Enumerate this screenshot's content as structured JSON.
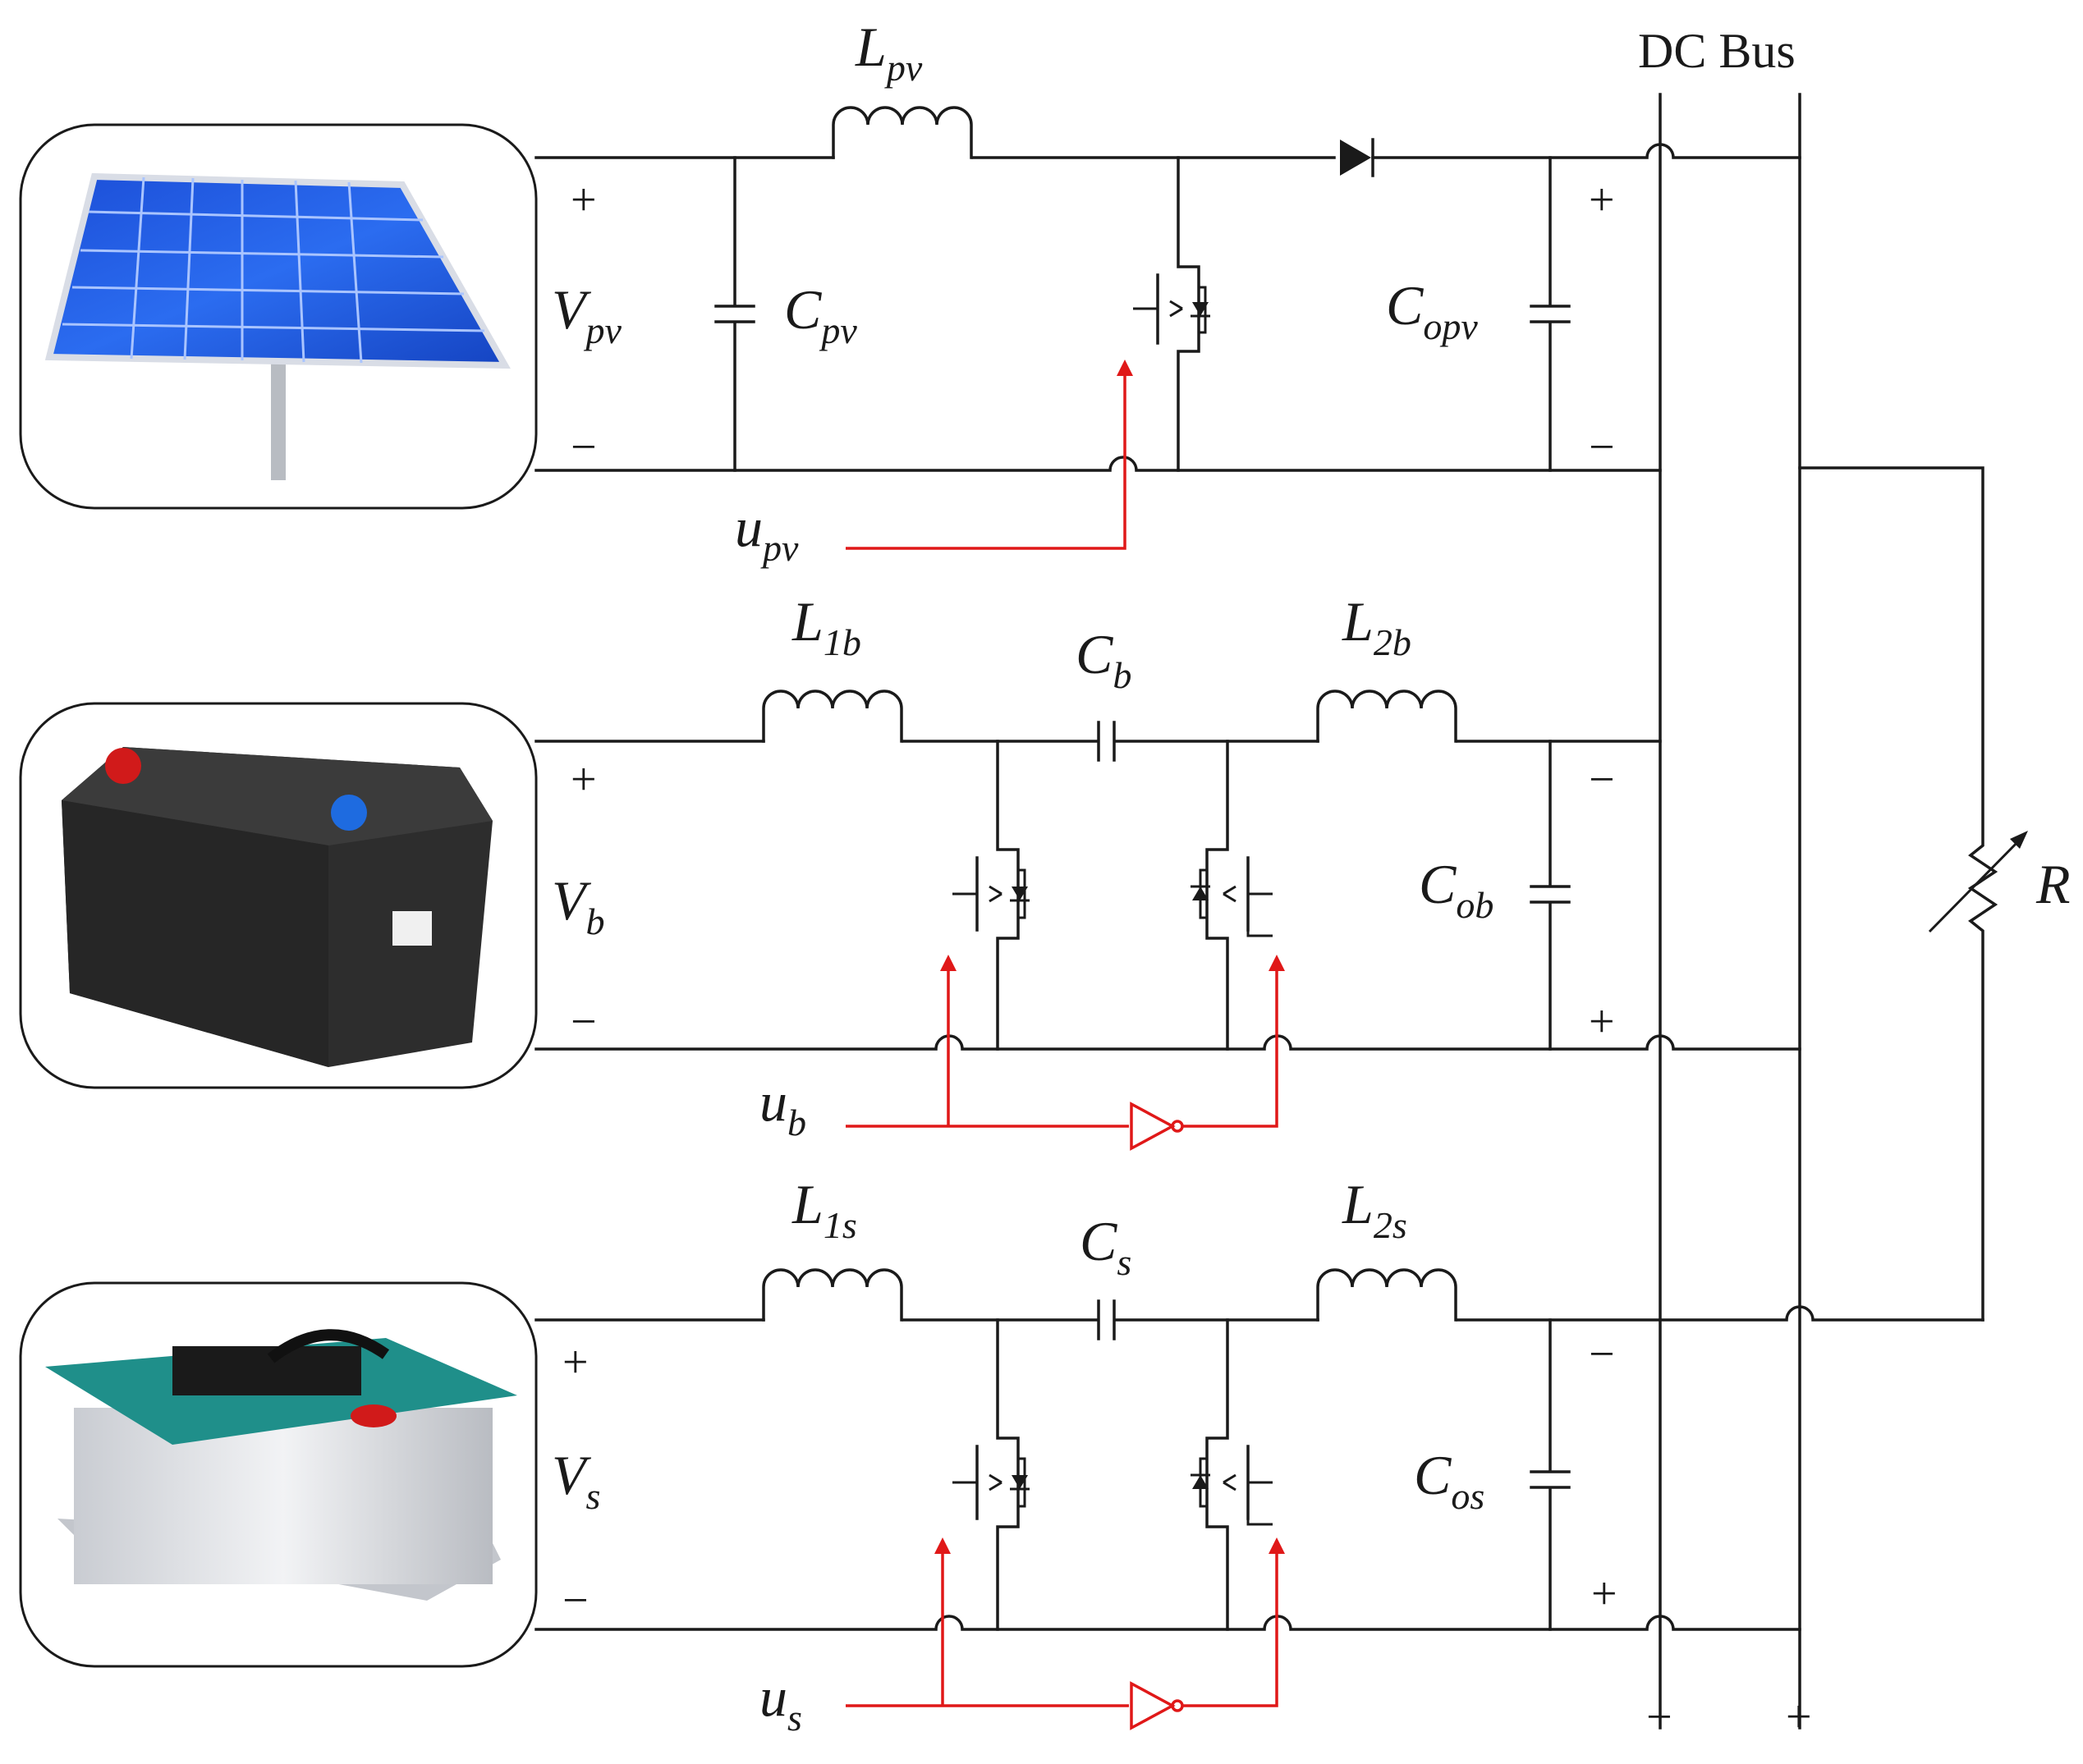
{
  "title": "DC Bus",
  "bus_polarity": {
    "neg": "−",
    "pos": "+"
  },
  "load": {
    "label": "R"
  },
  "pv": {
    "source_label": "V",
    "source_sub": "pv",
    "inductor": "L",
    "inductor_sub": "pv",
    "cap_in": "C",
    "cap_in_sub": "pv",
    "cap_out": "C",
    "cap_out_sub": "opv",
    "control": "u",
    "control_sub": "pv",
    "plus": "+",
    "minus": "−"
  },
  "battery": {
    "source_label": "V",
    "source_sub": "b",
    "l1": "L",
    "l1_sub": "1b",
    "l2": "L",
    "l2_sub": "2b",
    "cap_c": "C",
    "cap_c_sub": "b",
    "cap_out": "C",
    "cap_out_sub": "ob",
    "control": "u",
    "control_sub": "b",
    "plus": "+",
    "minus": "−"
  },
  "supercap": {
    "source_label": "V",
    "source_sub": "s",
    "l1": "L",
    "l1_sub": "1s",
    "l2": "L",
    "l2_sub": "2s",
    "cap_c": "C",
    "cap_c_sub": "s",
    "cap_out": "C",
    "cap_out_sub": "os",
    "control": "u",
    "control_sub": "s",
    "plus": "+",
    "minus": "−"
  }
}
